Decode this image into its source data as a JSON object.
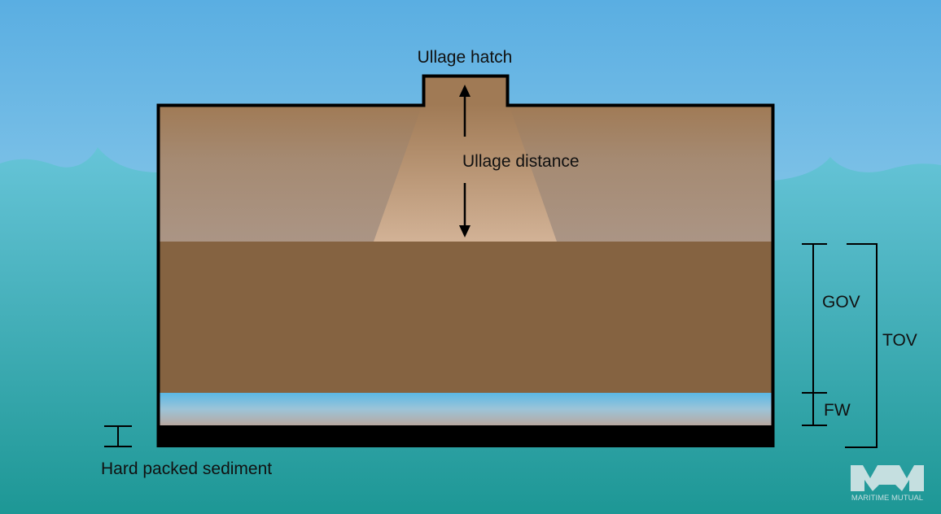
{
  "labels": {
    "ullage_hatch": "Ullage hatch",
    "ullage_distance": "Ullage distance",
    "gov": "GOV",
    "tov": "TOV",
    "fw": "FW",
    "sediment": "Hard packed sediment"
  },
  "logo": {
    "mark": "MM",
    "name": "MARITIME MUTUAL"
  },
  "colors": {
    "sky_top": "#5aaee2",
    "sky_bottom": "#b8e2ef",
    "water_top": "#66c4d8",
    "water_bottom": "#1d9795",
    "oil": "#856341",
    "ullage_top": "#a07a55",
    "ullage_bottom": "#ab9585",
    "cone": "#cfae90"
  }
}
